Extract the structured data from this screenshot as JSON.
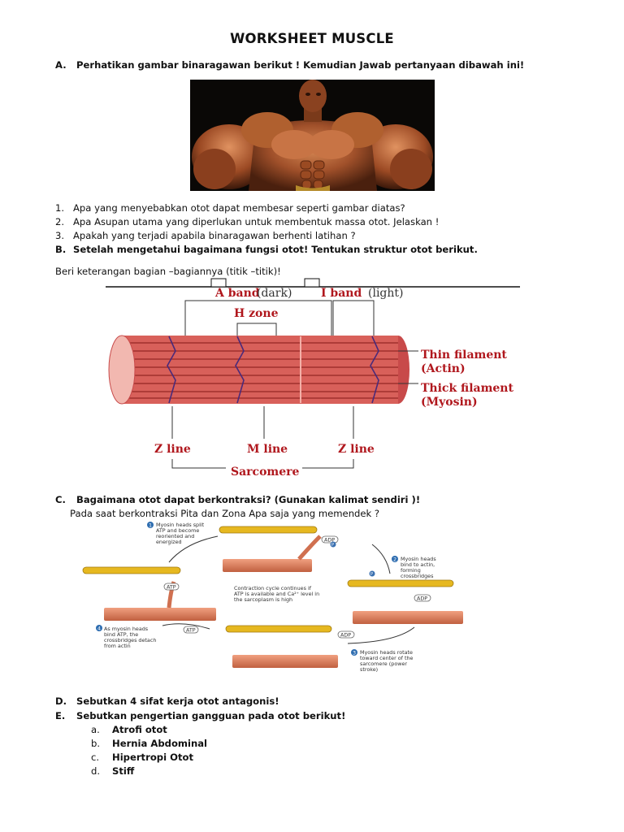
{
  "title": "WORKSHEET MUSCLE",
  "section_a": {
    "letter": "A.",
    "text": "Perhatikan gambar binaragawan berikut ! Kemudian Jawab pertanyaan dibawah ini!",
    "questions": [
      {
        "num": "1.",
        "text": "Apa  yang menyebabkan otot dapat membesar seperti gambar diatas?"
      },
      {
        "num": "2.",
        "text": "Apa Asupan utama yang diperlukan untuk membentuk massa otot. Jelaskan !"
      },
      {
        "num": "3.",
        "text": "Apakah yang terjadi apabila binaragawan berhenti latihan ?"
      }
    ]
  },
  "section_b": {
    "letter": "B.",
    "text": "Setelah mengetahui bagaimana fungsi otot! Tentukan struktur otot berikut.",
    "instruction": "Beri keterangan bagian –bagiannya (titik –titik)!"
  },
  "muscle_diagram": {
    "a_band": "A band",
    "a_band_note": "(dark)",
    "i_band": "I band",
    "i_band_note": "(light)",
    "h_zone": "H zone",
    "thin_filament": "Thin filament",
    "actin": "(Actin)",
    "thick_filament": "Thick filament",
    "myosin": "(Myosin)",
    "z_line_left": "Z line",
    "m_line": "M line",
    "z_line_right": "Z line",
    "sarcomere": "Sarcomere"
  },
  "section_c": {
    "letter": "C.",
    "text": "Bagaimana otot dapat berkontraksi? (Gunakan kalimat sendiri )!",
    "subtext": "Pada saat berkontraksi Pita dan Zona Apa saja yang memendek ?"
  },
  "contraction_diagram": {
    "step1_num": "1",
    "step1": [
      "Myosin heads split",
      "ATP and become",
      "reoriented and",
      "energized"
    ],
    "step2_num": "2",
    "step2": [
      "Myosin heads",
      "bind to actin,",
      "forming",
      "crossbridges"
    ],
    "step3_num": "3",
    "step3": [
      "Myosin heads rotate",
      "toward center of the",
      "sarcomere (power",
      "stroke)"
    ],
    "step4_num": "4",
    "step4": [
      "As myosin heads",
      "bind ATP, the",
      "crossbridges detach",
      "from actin"
    ],
    "center": [
      "Contraction cycle continues if",
      "ATP is available and Ca²⁺ level in",
      "the sarcoplasm is high"
    ],
    "adp": "ADP",
    "atp": "ATP",
    "p": "P"
  },
  "section_d": {
    "letter": "D.",
    "text": "Sebutkan 4 sifat kerja otot antagonis!"
  },
  "section_e": {
    "letter": "E.",
    "text": "Sebutkan pengertian gangguan pada otot berikut!",
    "items": [
      {
        "letter": "a.",
        "text": "Atrofi otot"
      },
      {
        "letter": "b.",
        "text": "Hernia Abdominal"
      },
      {
        "letter": "c.",
        "text": "Hipertropi Otot"
      },
      {
        "letter": "d.",
        "text": "Stiff"
      }
    ]
  },
  "colors": {
    "muscle_red": "#b0171d",
    "fiber_pink": "#e0736c",
    "photo_bg": "#0a0806",
    "skin": "#a0502a"
  }
}
